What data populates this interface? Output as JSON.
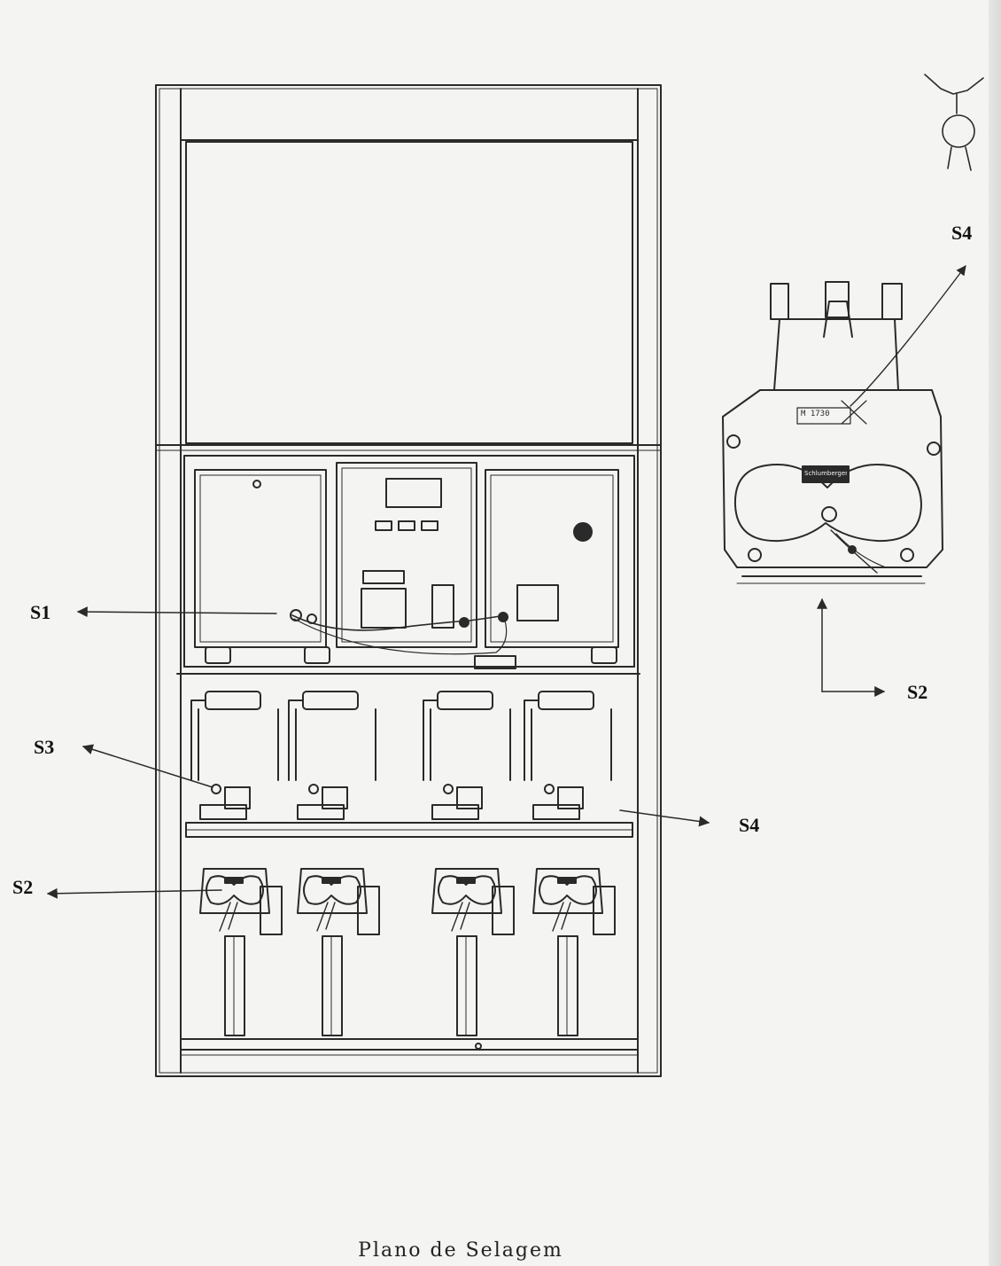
{
  "labels": {
    "s1": "S1",
    "s2_left": "S2",
    "s3": "S3",
    "s4_right": "S4",
    "s4_top": "S4",
    "s2_detail": "S2"
  },
  "detail_plate": "M 1730",
  "detail_badge": "Schlumberger",
  "caption": "Plano de Selagem",
  "colors": {
    "line": "#2a2a2a",
    "paper": "#f4f4f2"
  }
}
